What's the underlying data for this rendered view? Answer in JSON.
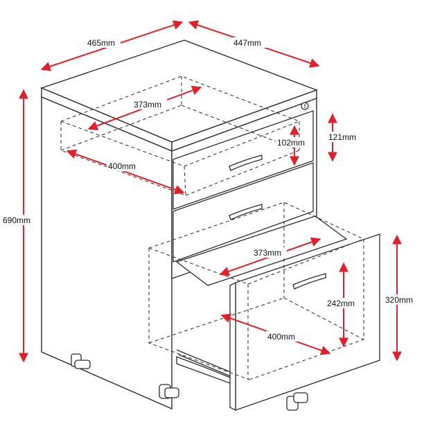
{
  "colors": {
    "dimension": "#e0202a",
    "outline": "#2b2b2b",
    "hidden": "#3a3a3a",
    "background": "#ffffff"
  },
  "dimensions": {
    "top_width": "465mm",
    "top_depth": "447mm",
    "height": "690mm",
    "small_drawer_width": "373mm",
    "small_drawer_depth": "400mm",
    "small_drawer_height": "102mm",
    "top_drawer_front": "121mm",
    "file_drawer_width": "373mm",
    "file_drawer_height": "242mm",
    "file_drawer_depth": "400mm",
    "file_drawer_front": "320mm"
  }
}
